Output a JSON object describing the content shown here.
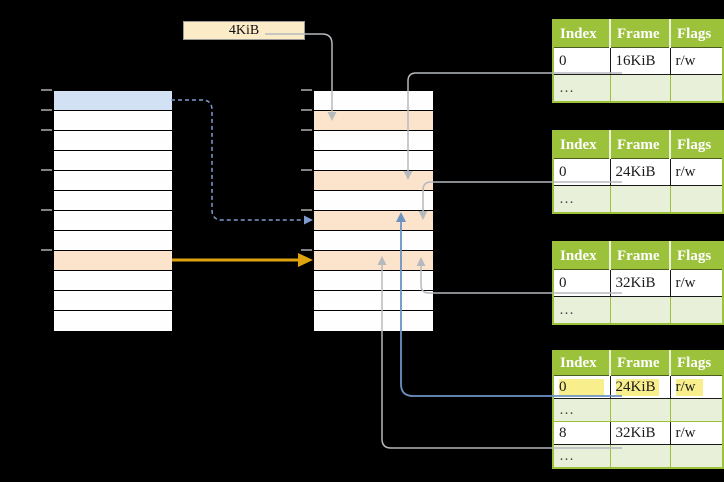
{
  "diagram": {
    "page_size_label": "4KiB",
    "ellipsis": "…",
    "virtual_memory_column": {
      "row_fills": [
        "blue",
        "white",
        "white",
        "white",
        "white",
        "white",
        "white",
        "white",
        "orange",
        "white",
        "white",
        "white"
      ],
      "tick_boundaries": [
        0,
        1,
        2,
        4,
        6,
        8
      ]
    },
    "physical_memory_column": {
      "row_fills": [
        "white",
        "orange",
        "white",
        "white",
        "orange",
        "white",
        "orange",
        "white",
        "orange",
        "white",
        "white",
        "white"
      ],
      "tick_boundaries": [
        0,
        1,
        2,
        4,
        6,
        8
      ]
    },
    "page_tables": [
      {
        "headers": [
          "Index",
          "Frame",
          "Flags"
        ],
        "rows": [
          {
            "cells": [
              "0",
              "16KiB",
              "r/w"
            ],
            "dots": false,
            "highlight": false
          },
          {
            "cells": [
              "…",
              "",
              ""
            ],
            "dots": true,
            "highlight": false
          }
        ]
      },
      {
        "headers": [
          "Index",
          "Frame",
          "Flags"
        ],
        "rows": [
          {
            "cells": [
              "0",
              "24KiB",
              "r/w"
            ],
            "dots": false,
            "highlight": false
          },
          {
            "cells": [
              "…",
              "",
              ""
            ],
            "dots": true,
            "highlight": false
          }
        ]
      },
      {
        "headers": [
          "Index",
          "Frame",
          "Flags"
        ],
        "rows": [
          {
            "cells": [
              "0",
              "32KiB",
              "r/w"
            ],
            "dots": false,
            "highlight": false
          },
          {
            "cells": [
              "…",
              "",
              ""
            ],
            "dots": true,
            "highlight": false
          }
        ]
      },
      {
        "headers": [
          "Index",
          "Frame",
          "Flags"
        ],
        "rows": [
          {
            "cells": [
              "0",
              "24KiB",
              "r/w"
            ],
            "dots": false,
            "highlight": true
          },
          {
            "cells": [
              "…",
              "",
              ""
            ],
            "dots": true,
            "highlight": false
          },
          {
            "cells": [
              "8",
              "32KiB",
              "r/w"
            ],
            "dots": false,
            "highlight": false
          },
          {
            "cells": [
              "…",
              "",
              ""
            ],
            "dots": true,
            "highlight": false
          }
        ]
      }
    ],
    "colors": {
      "background": "#000000",
      "table_header_green": "#9CC23C",
      "table_dots_row_green": "#E9F0DA",
      "label_cream": "#FCEBC7",
      "row_blue": "#D3E1F4",
      "row_orange": "#FBE4CB",
      "highlight_yellow": "#F9EE8C",
      "arrow_gray": "#B6B9BE",
      "arrow_blue": "#6C92C4",
      "arrow_dashed_blue": "#7D9BCD",
      "arrow_orange": "#DFA30D"
    }
  }
}
